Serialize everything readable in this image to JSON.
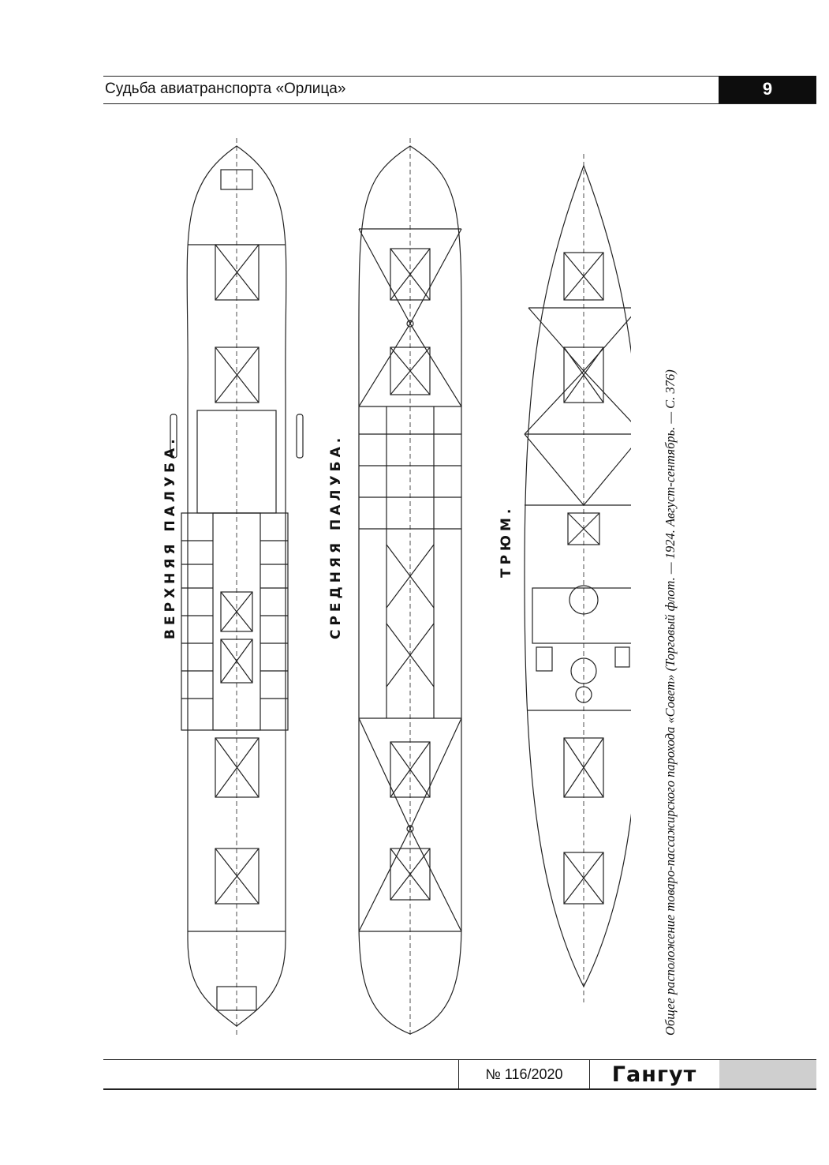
{
  "header": {
    "title": "Судьба авиатранспорта «Орлица»",
    "page_number": "9"
  },
  "drawing": {
    "upper_deck_label": "ВЕРХНЯЯ ПАЛУБА.",
    "middle_deck_label": "СРЕДНЯЯ ПАЛУБА.",
    "hold_label": "ТРЮМ."
  },
  "caption": "Общее расположение товаро-пассажирского парохода «Совет» (Торговый флот. — 1924. Август-сентябрь. — С. 376)",
  "footer": {
    "issue": "№ 116/2020",
    "brand": "Гангут"
  }
}
